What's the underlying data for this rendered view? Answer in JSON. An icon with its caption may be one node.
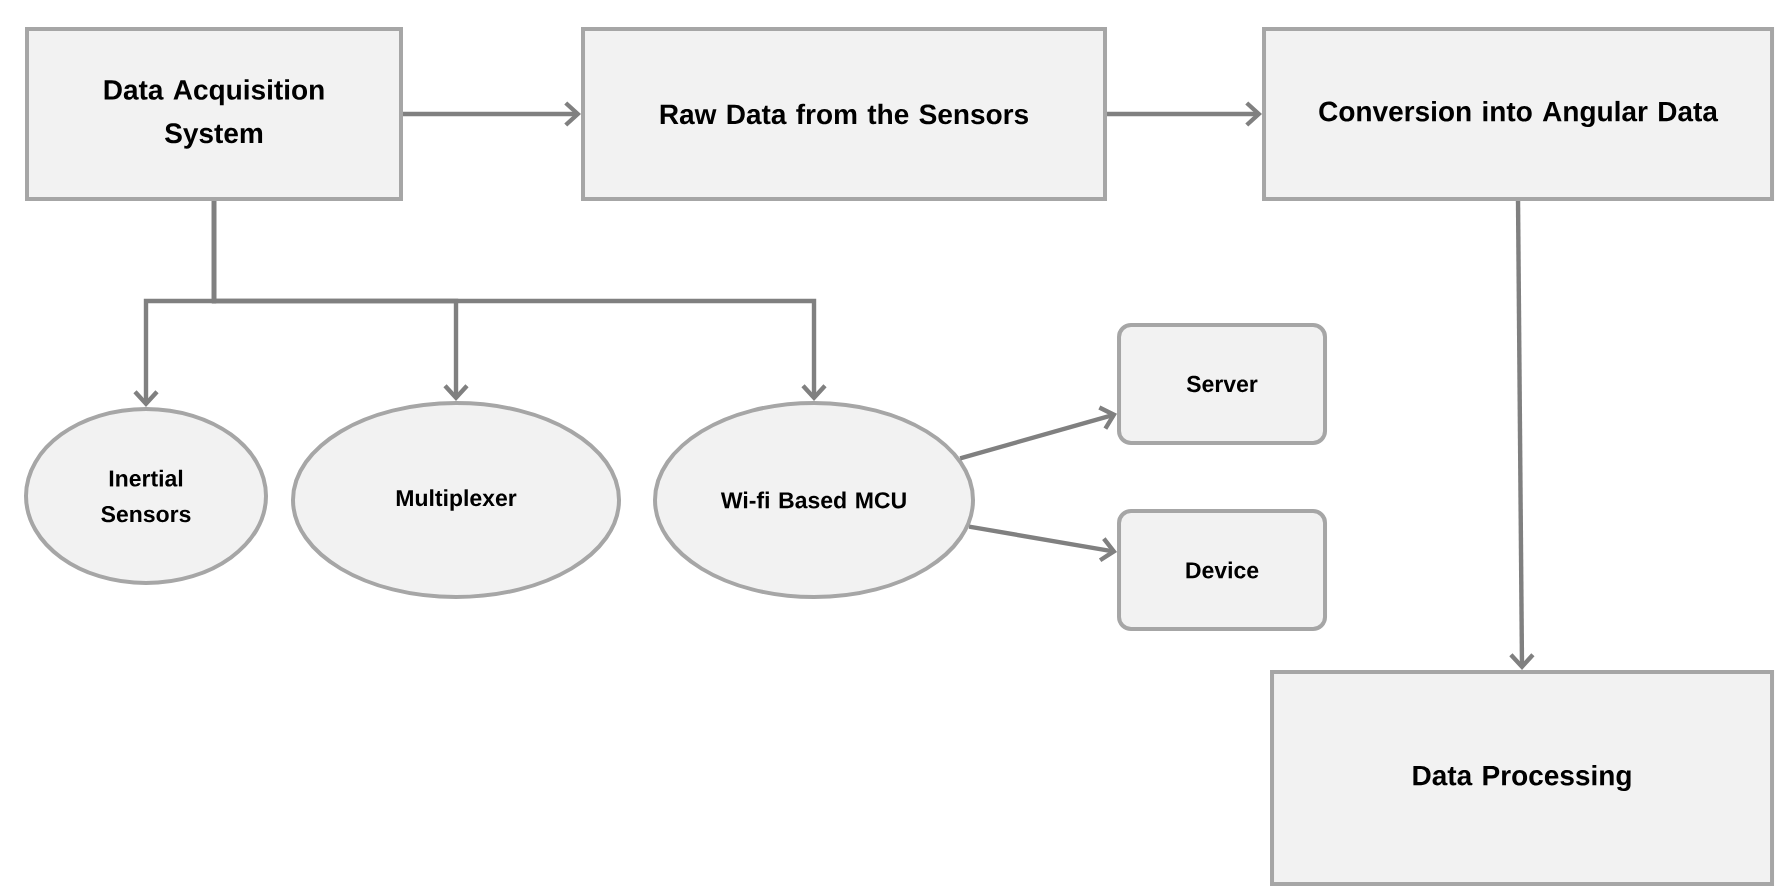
{
  "diagram": {
    "nodes": [
      {
        "text": [
          "Data Acquisition System"
        ]
      },
      {
        "text": [
          "Raw Data from the Sensors"
        ]
      },
      {
        "text": [
          "Conversion into Angular Data"
        ]
      },
      {
        "text": [
          "Inertial Sensors"
        ]
      },
      {
        "text": [
          "Multiplexer"
        ]
      },
      {
        "text": [
          "Wi-fi Based MCU"
        ]
      },
      {
        "text": [
          "Server"
        ]
      },
      {
        "text": [
          "Device"
        ]
      },
      {
        "text": [
          "Data Processing"
        ]
      }
    ],
    "edges": [
      {
        "from": 0,
        "to": 1,
        "arrow": "to"
      },
      {
        "from": 1,
        "to": 2,
        "arrow": "to"
      },
      {
        "from": 2,
        "to": 8,
        "arrow": "to"
      },
      {
        "from": 0,
        "to": 3,
        "arrow": "to"
      },
      {
        "from": 0,
        "to": 4,
        "arrow": "to"
      },
      {
        "from": 0,
        "to": 5,
        "arrow": "to"
      },
      {
        "from": 5,
        "to": 6,
        "arrow": "to"
      },
      {
        "from": 5,
        "to": 7,
        "arrow": "to"
      }
    ]
  }
}
